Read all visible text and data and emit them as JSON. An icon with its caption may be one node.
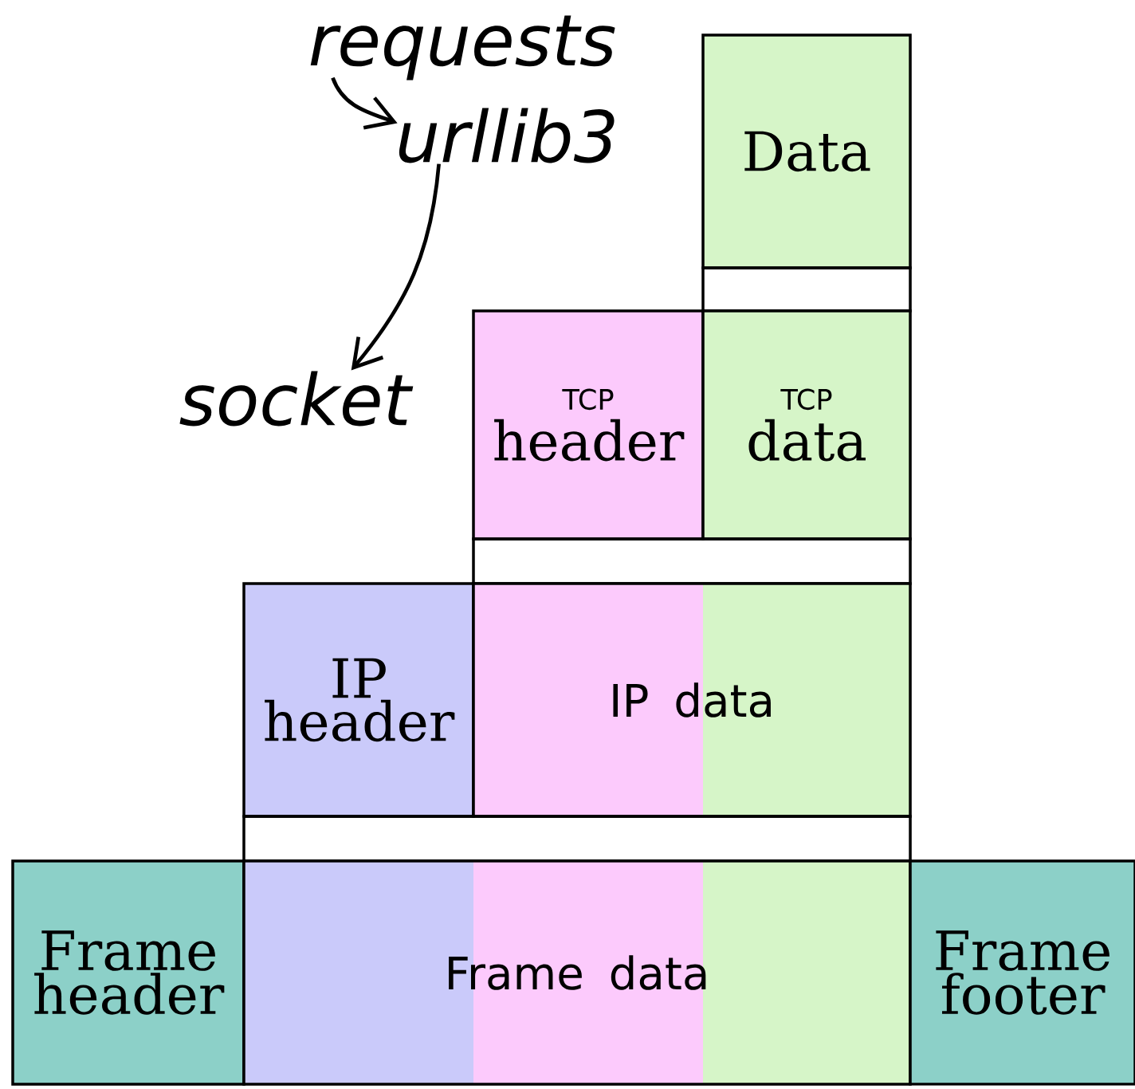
{
  "diagram": {
    "nodes": [
      {
        "text": [
          "requests"
        ]
      },
      {
        "text": [
          "urllib3"
        ]
      },
      {
        "text": [
          "socket"
        ]
      },
      {
        "text": [
          "Data"
        ]
      },
      {
        "text": [],
        "shape": "box"
      },
      {
        "text": [
          "TCP",
          "header"
        ]
      },
      {
        "text": [
          "TCP",
          "data"
        ]
      },
      {
        "text": [],
        "shape": "box"
      },
      {
        "text": [
          "IP header"
        ]
      },
      {
        "text": [
          "IP data"
        ]
      },
      {
        "text": [],
        "shape": "box"
      },
      {
        "text": [
          "Frame header"
        ]
      },
      {
        "text": [
          "Frame data"
        ]
      },
      {
        "text": [
          "Frame footer"
        ]
      }
    ],
    "edges": [
      {
        "from": 0,
        "to": 1,
        "arrow": "to"
      },
      {
        "from": 1,
        "to": 2,
        "arrow": "to"
      }
    ]
  }
}
